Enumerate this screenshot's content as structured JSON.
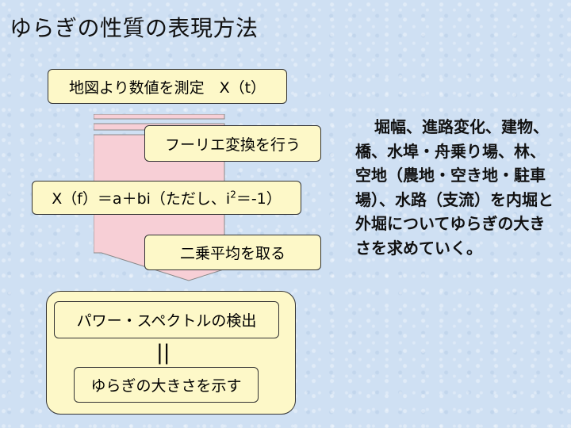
{
  "title": "ゆらぎの性質の表現方法",
  "steps": {
    "measure": "地図より数値を測定　X（t）",
    "fourier": "フーリエ変換を行う",
    "complex_prefix": "X（f）＝a＋bi（ただし、i",
    "complex_sup": "2",
    "complex_suffix": "＝-1）",
    "square_mean": "二乗平均を取る"
  },
  "result": {
    "spectrum": "パワー・スペクトルの検出",
    "equals": "||",
    "magnitude": "ゆらぎの大きさを示す"
  },
  "note": "堀幅、進路変化、建物、橋、水埠・舟乗り場、林、空地（農地・空き地・駐車場）、水路（支流）を内堀と外堀についてゆらぎの大きさを求めていく。",
  "colors": {
    "box_fill": "#fdf8c8",
    "arrow_fill": "#f7cfd6",
    "background": "#cfe0f3"
  }
}
